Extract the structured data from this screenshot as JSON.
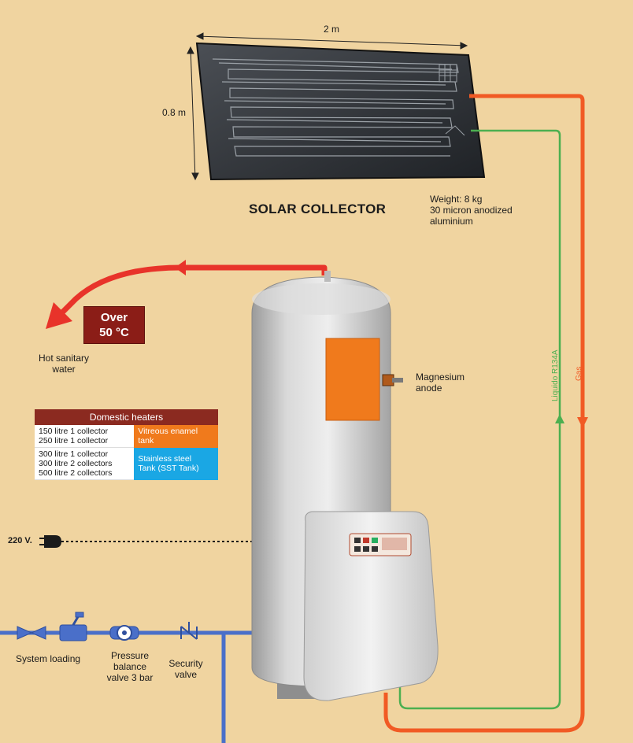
{
  "dimensions": {
    "width": "2 m",
    "height": "0.8 m"
  },
  "collector": {
    "title": "SOLAR COLLECTOR",
    "specs": [
      "Weight: 8 kg",
      "30 micron anodized",
      "aluminium"
    ]
  },
  "hot_water": {
    "temperature": [
      "Over",
      "50 °C"
    ],
    "label": [
      "Hot sanitary",
      "water"
    ]
  },
  "tank": {
    "anode_label": [
      "Magnesium",
      "anode"
    ]
  },
  "circuit": {
    "liquid_label": "Liquido R134A",
    "gas_label": "Gas"
  },
  "heaters_table": {
    "title": "Domestic heaters",
    "rows": [
      {
        "models": [
          "150 litre 1 collector",
          "250 litre 1 collector"
        ],
        "type": [
          "Vitreous enamel",
          "tank"
        ],
        "color": "#f07a1c"
      },
      {
        "models": [
          "300 litre 1 collector",
          "300 litre 2 collectors",
          "500 litre 2 collectors"
        ],
        "type": [
          "Stainless steel",
          "Tank (SST Tank)"
        ],
        "color": "#1aa7e4"
      }
    ]
  },
  "power": {
    "label": "220 V."
  },
  "plumbing": {
    "system_loading": "System loading",
    "pressure_valve": [
      "Pressure",
      "balance",
      "valve 3 bar"
    ],
    "security_valve": [
      "Security",
      "valve"
    ]
  },
  "colors": {
    "background": "#f0d4a0",
    "hot_pipe": "#f15a24",
    "liquid_pipe": "#4caf50",
    "hot_water_arrow": "#e8332a",
    "water_pipe": "#4a6fc9",
    "badge": "#8b1d17"
  }
}
